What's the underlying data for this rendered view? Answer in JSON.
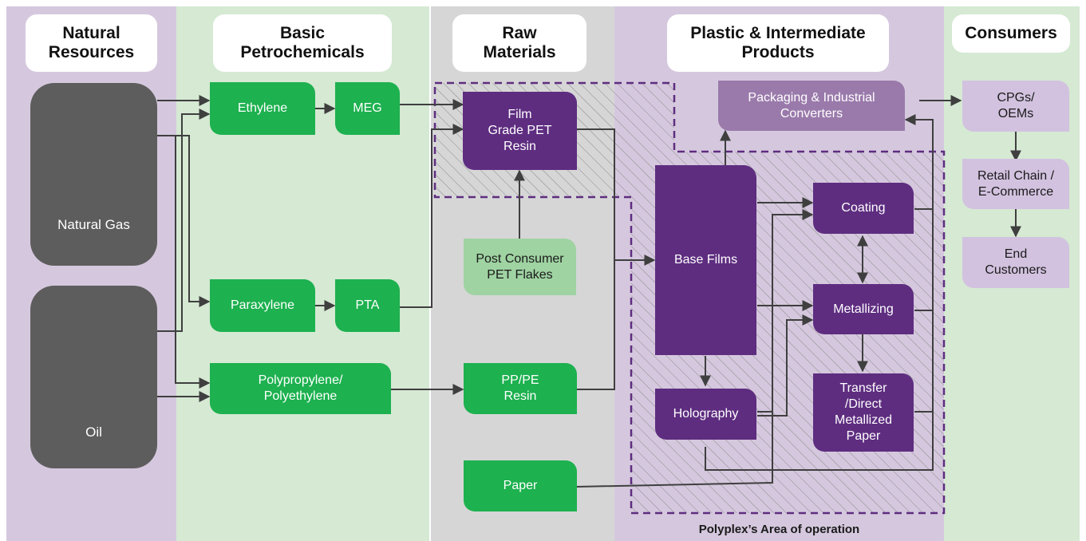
{
  "headers": {
    "natural_resources": "Natural\nResources",
    "basic_petrochemicals": "Basic\nPetrochemicals",
    "raw_materials": "Raw\nMaterials",
    "plastic_intermediate": "Plastic & Intermediate\nProducts",
    "consumers": "Consumers"
  },
  "resources": {
    "natural_gas": "Natural Gas",
    "oil": "Oil"
  },
  "petrochemicals": {
    "ethylene": "Ethylene",
    "meg": "MEG",
    "paraxylene": "Paraxylene",
    "pta": "PTA",
    "polypropylene": "Polypropylene/\nPolyethylene"
  },
  "raw_materials": {
    "film_pet": "Film\nGrade PET\nResin",
    "post_consumer": "Post Consumer\nPET Flakes",
    "pp_pe": "PP/PE\nResin",
    "paper": "Paper"
  },
  "products": {
    "packaging": "Packaging & Industrial\nConverters",
    "base_films": "Base Films",
    "coating": "Coating",
    "metallizing": "Metallizing",
    "holography": "Holography",
    "transfer": "Transfer\n/Direct\nMetallized\nPaper"
  },
  "consumers": {
    "cpgs": "CPGs/\nOEMs",
    "retail": "Retail Chain /\nE-Commerce",
    "end": "End\nCustomers"
  },
  "area_label": "Polyplex’s Area of operation",
  "colors": {
    "resources_bg": "#d5c8de",
    "petro_bg": "#d5e9d3",
    "raw_bg": "#d6d6d7",
    "products_bg": "#d5c8de",
    "consumers_bg": "#d5e9d3",
    "green": "#1db14f",
    "purple": "#5e2d80",
    "dark_gray": "#5d5d5d"
  }
}
